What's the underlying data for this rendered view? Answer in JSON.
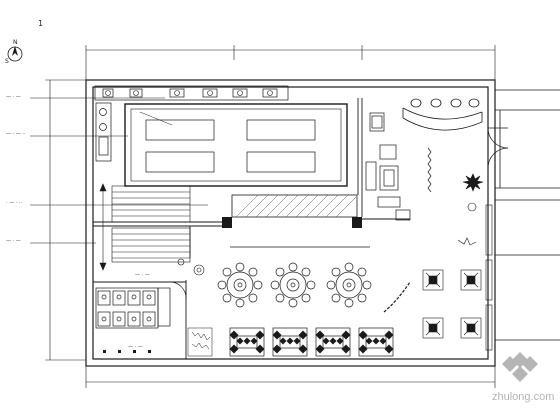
{
  "sheet_number": "1",
  "north_letters": {
    "north": "N",
    "south": "S"
  },
  "watermark": {
    "text": "zhulong.com"
  },
  "colors": {
    "line": "#1a1a1a",
    "hatch": "#555555",
    "paper": "#ffffff",
    "watermark": "#b5b5b5"
  },
  "icons": [
    "north-arrow-icon",
    "stair-icon",
    "watermark-logo-icon",
    "plant-icon"
  ],
  "annotations": [
    {
      "id": "a1",
      "text": "— · —"
    },
    {
      "id": "a2",
      "text": "— · — ··"
    },
    {
      "id": "a3",
      "text": "· — · ··"
    },
    {
      "id": "a4",
      "text": "— · —"
    }
  ],
  "room_labels": [
    {
      "id": "r1",
      "text": "— · —"
    },
    {
      "id": "r2",
      "text": "— · —"
    }
  ]
}
